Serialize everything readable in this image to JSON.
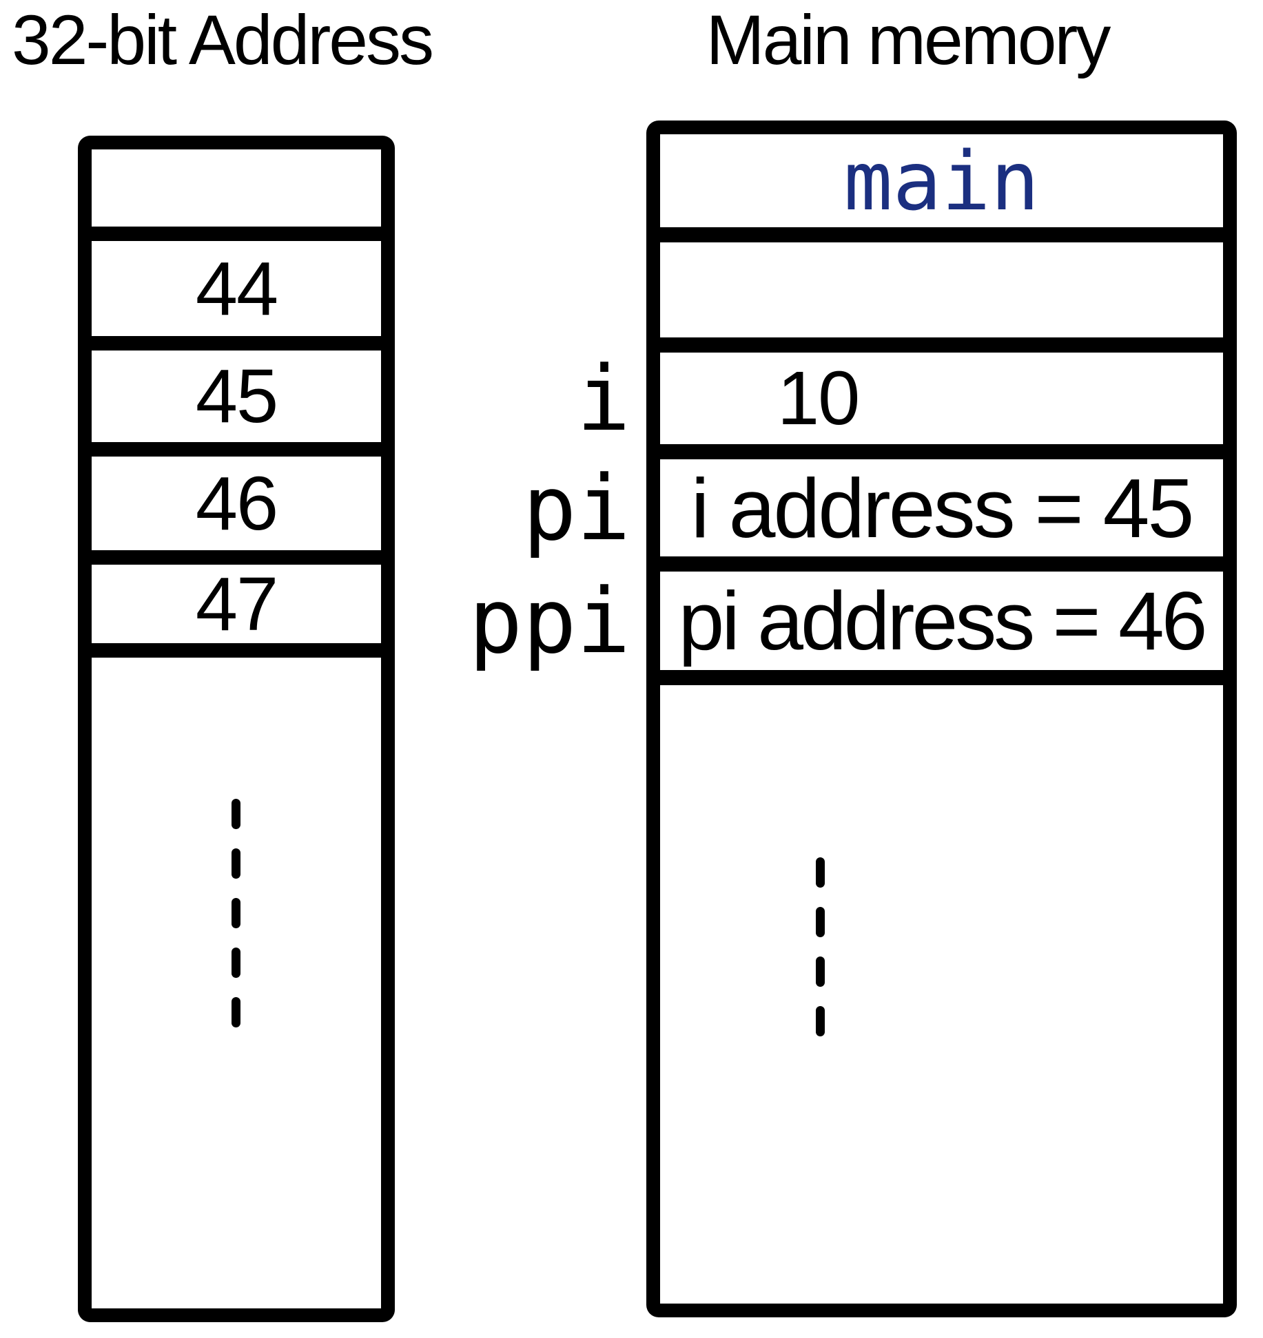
{
  "titles": {
    "left": "32-bit Address",
    "right": "Main memory"
  },
  "address_column": {
    "cells": [
      "",
      "44",
      "45",
      "46",
      "47"
    ]
  },
  "memory_column": {
    "cells": [
      "main",
      "",
      "10",
      "i address = 45",
      "pi address = 46"
    ]
  },
  "pointer_labels": [
    "i",
    "pi",
    "ppi"
  ],
  "colors": {
    "main_function_text": "#1b2f80",
    "ink": "#000000"
  }
}
